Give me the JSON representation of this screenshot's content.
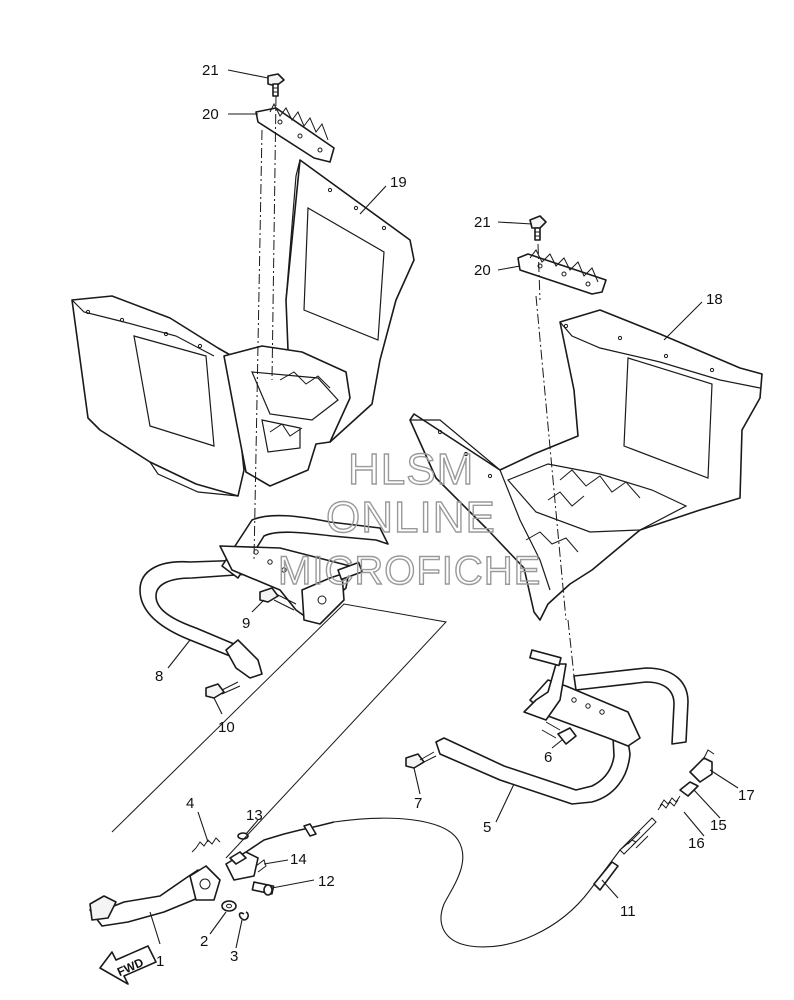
{
  "watermark": {
    "line1": "HLSM",
    "line2": "ONLINE",
    "line3": "MICROFICHE"
  },
  "direction_marker": "FWD",
  "callouts": [
    {
      "id": "c1",
      "label": "1"
    },
    {
      "id": "c2",
      "label": "2"
    },
    {
      "id": "c3",
      "label": "3"
    },
    {
      "id": "c4",
      "label": "4"
    },
    {
      "id": "c5",
      "label": "5"
    },
    {
      "id": "c6",
      "label": "6"
    },
    {
      "id": "c7",
      "label": "7"
    },
    {
      "id": "c8",
      "label": "8"
    },
    {
      "id": "c9",
      "label": "9"
    },
    {
      "id": "c10",
      "label": "10"
    },
    {
      "id": "c11",
      "label": "11"
    },
    {
      "id": "c12",
      "label": "12"
    },
    {
      "id": "c13",
      "label": "13"
    },
    {
      "id": "c14",
      "label": "14"
    },
    {
      "id": "c15",
      "label": "15"
    },
    {
      "id": "c16",
      "label": "16"
    },
    {
      "id": "c17",
      "label": "17"
    },
    {
      "id": "c18",
      "label": "18"
    },
    {
      "id": "c19",
      "label": "19"
    },
    {
      "id": "c20a",
      "label": "20"
    },
    {
      "id": "c20b",
      "label": "20"
    },
    {
      "id": "c21a",
      "label": "21"
    },
    {
      "id": "c21b",
      "label": "21"
    }
  ]
}
